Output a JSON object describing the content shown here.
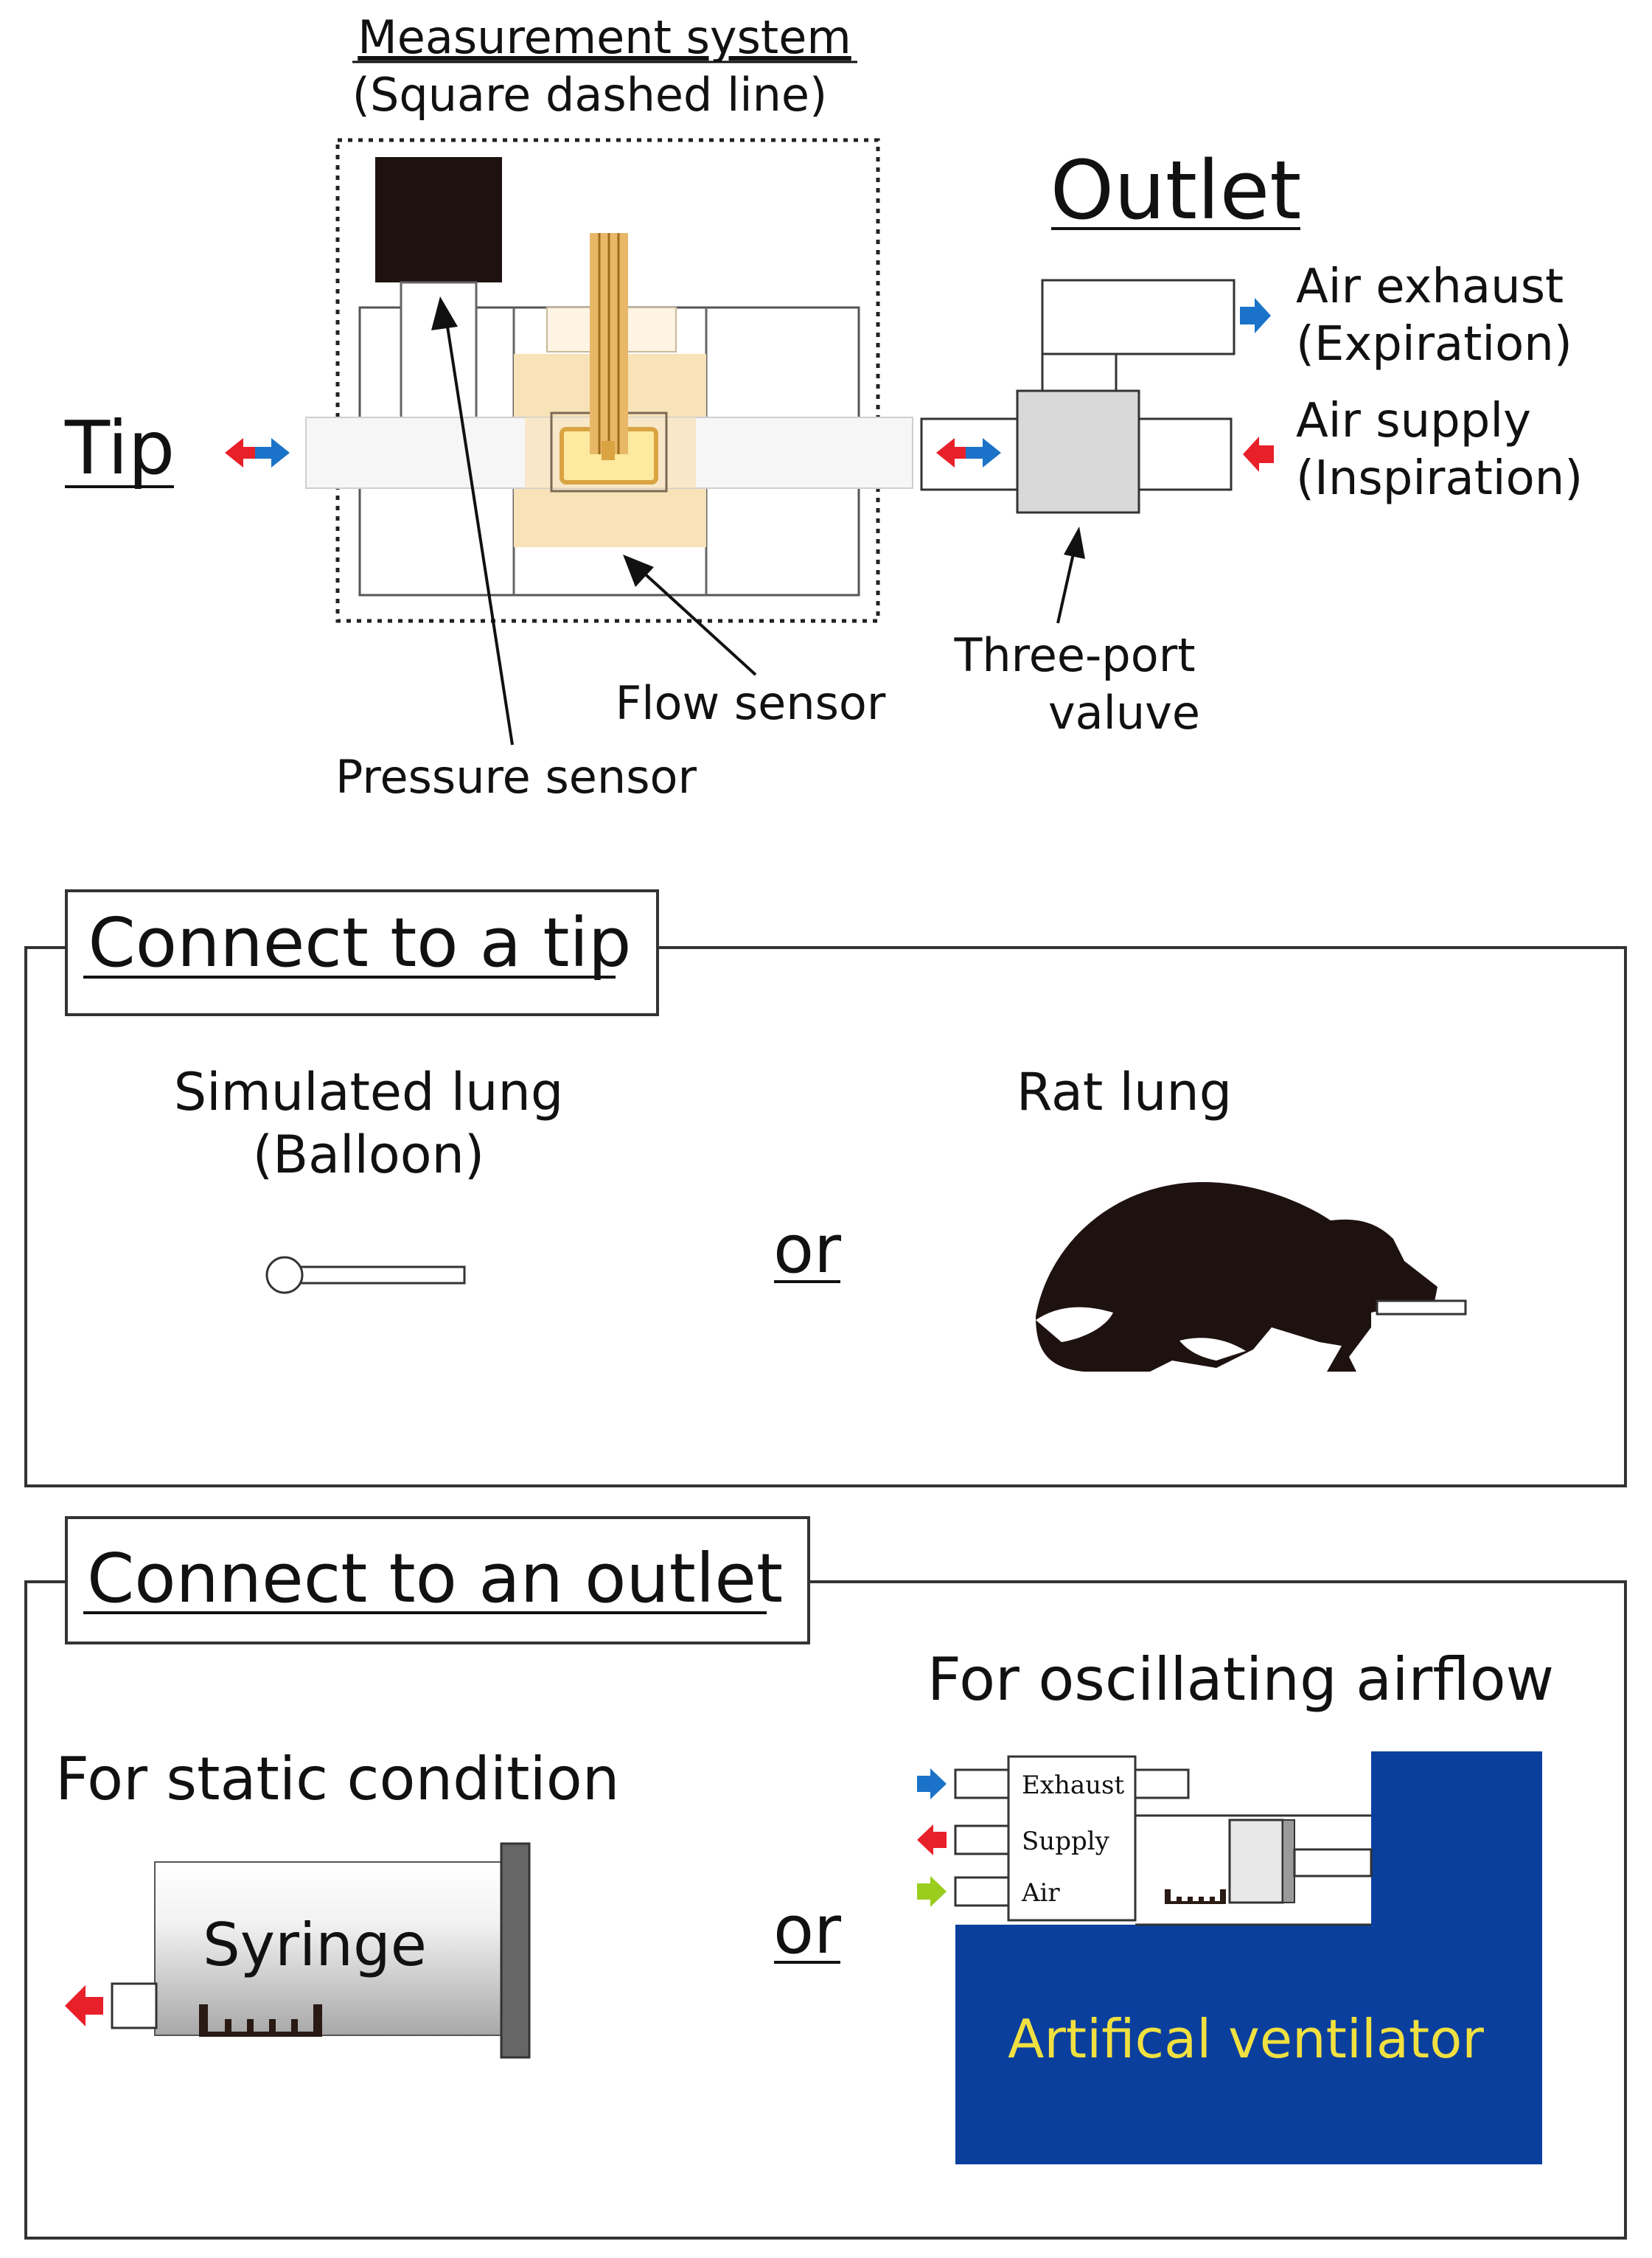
{
  "top": {
    "measurement_title": "Measurement system",
    "measurement_subtitle": "(Square dashed line)",
    "outlet_label": "Outlet",
    "tip_label": "Tip",
    "air_exhaust": "Air exhaust",
    "expiration": "(Expiration)",
    "air_supply": "Air supply",
    "inspiration": "(Inspiration)",
    "flow_sensor": "Flow sensor",
    "pressure_sensor": "Pressure sensor",
    "three_port_line1": "Three-port",
    "three_port_line2": "valuve"
  },
  "tip_panel": {
    "title": "Connect to a tip",
    "simulated_line1": "Simulated lung",
    "simulated_line2": "(Balloon)",
    "or": "or",
    "rat_lung": "Rat lung"
  },
  "outlet_panel": {
    "title": "Connect to an outlet",
    "static_label": "For static condition",
    "syringe": "Syringe",
    "or": "or",
    "oscillating_label": "For oscillating airflow",
    "port_exhaust": "Exhaust",
    "port_supply": "Supply",
    "port_air": "Air",
    "ventilator": "Artifical ventilator"
  },
  "colors": {
    "arrow_blue": "#1a73c8",
    "arrow_red": "#e8202a",
    "arrow_green": "#9acd1e",
    "ventilator_blue": "#0a3f9e",
    "ventilator_text": "#f0e040",
    "sensor_beige": "#f8e2b8",
    "gold": "#d9a441",
    "valve_gray": "#d8d8d8"
  }
}
